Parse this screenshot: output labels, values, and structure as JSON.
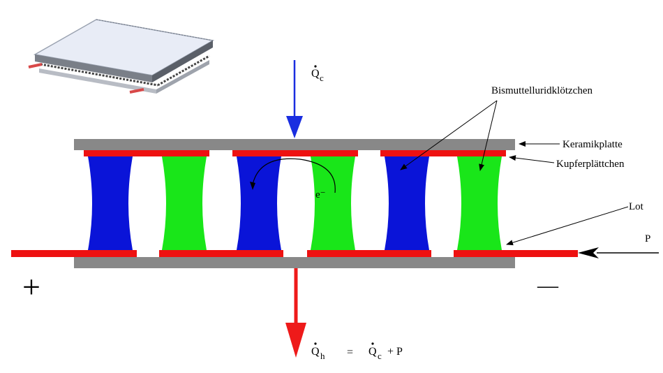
{
  "labels": {
    "qc_top": {
      "q": "Q",
      "sub": "c"
    },
    "bismut": "Bismuttelluridklötzchen",
    "keramik": "Keramikplatte",
    "kupfer": "Kupferplättchen",
    "lot": "Lot",
    "p": "P",
    "plus": "+",
    "minus": "—",
    "electron": "e⁻",
    "formula": {
      "q_h": "Q",
      "sub_h": "h",
      "eq": "=",
      "q_c": "Q",
      "sub_c": "c",
      "plus_p": "+ P"
    }
  },
  "colors": {
    "ceramic": "#888888",
    "copper": "#ee1111",
    "n_block": "#0a14d8",
    "p_block": "#19e619",
    "arrow_in": "#1a2ee0",
    "arrow_out": "#ee1a1a",
    "module_top": "#e8ecf6"
  }
}
